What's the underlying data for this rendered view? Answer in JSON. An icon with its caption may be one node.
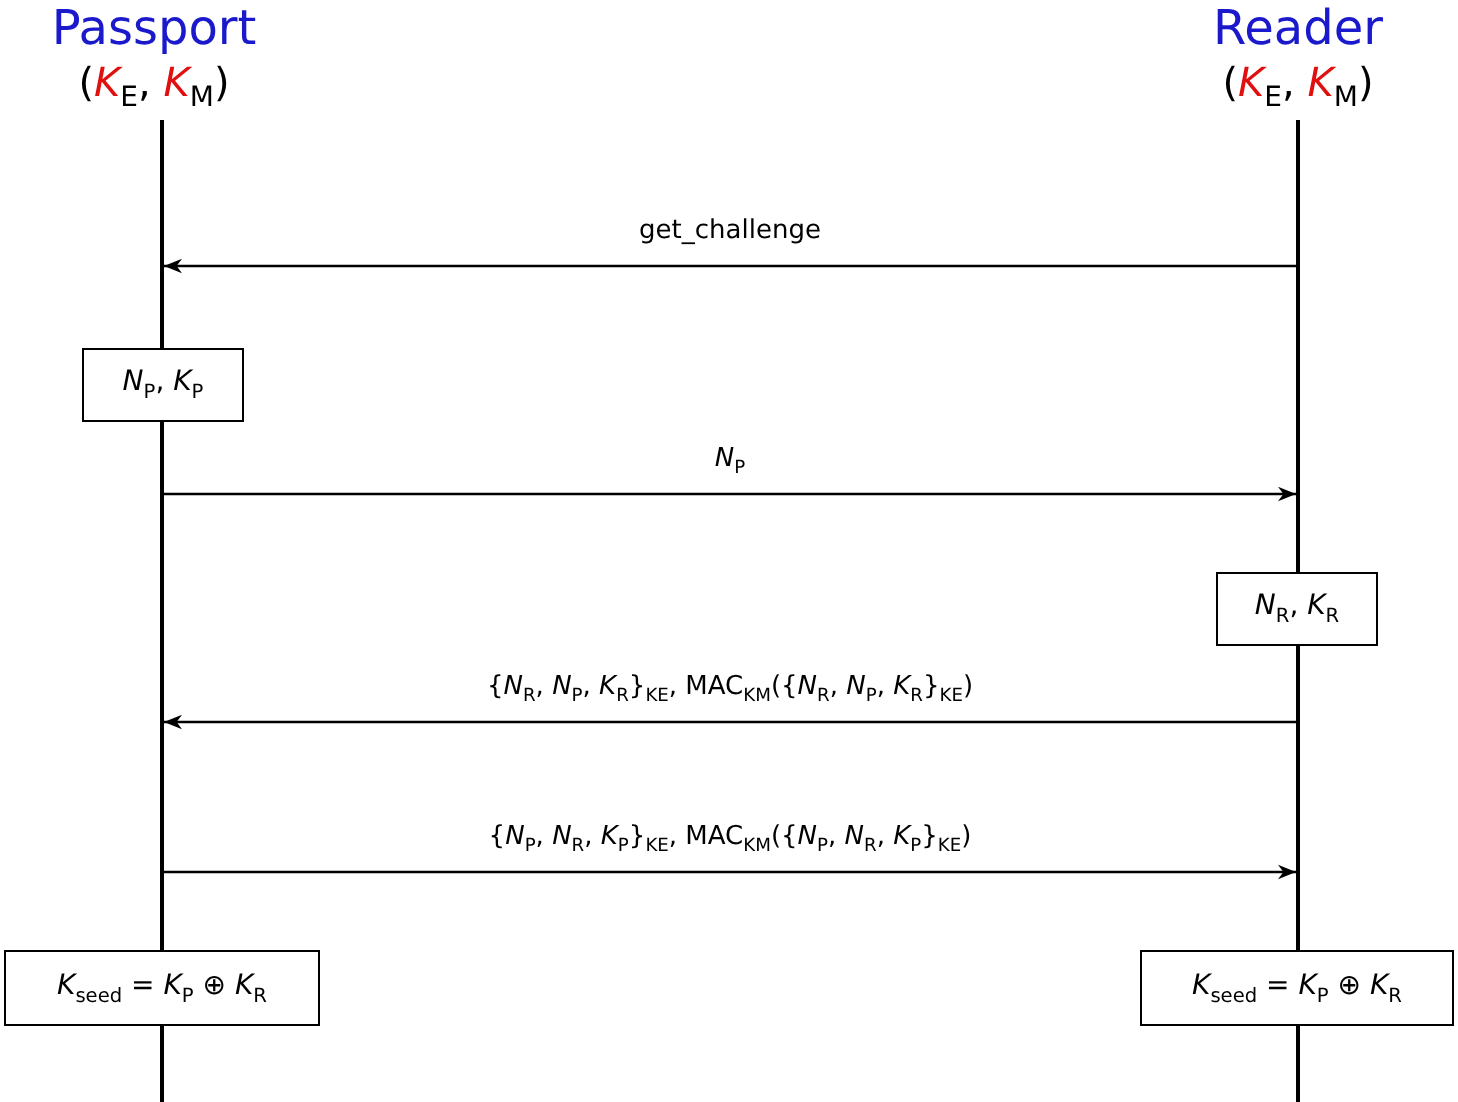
{
  "diagram": {
    "nodes": [
      {
        "text": [
          "Passport",
          "(*K*$_{E}$, *K*$_{M}$)"
        ]
      },
      {
        "text": [
          "Reader",
          "(*K*$_{E}$, *K*$_{M}$)"
        ]
      },
      {
        "text": [],
        "shape": "bar"
      },
      {
        "text": [],
        "shape": "bar"
      },
      {
        "text": [
          "*N*$_{P}$, *K*$_{P}$"
        ]
      },
      {
        "text": [],
        "shape": "bar"
      },
      {
        "text": [
          "*N*$_{R}$, *K*$_{R}$"
        ]
      },
      {
        "text": [],
        "shape": "bar"
      },
      {
        "text": [
          "*K*$_{seed}$ = *K*$_{P}$ ⊕ *K*$_{R}$"
        ]
      },
      {
        "text": [
          "*K*$_{seed}$ = *K*$_{P}$ ⊕ *K*$_{R}$"
        ]
      },
      {
        "text": [],
        "shape": "bar"
      },
      {
        "text": [],
        "shape": "bar"
      }
    ],
    "edges": [
      {
        "from": 3,
        "to": 2,
        "arrow": "to",
        "label": "get_challenge"
      },
      {
        "from": 5,
        "to": 3,
        "arrow": "to",
        "label": "*N*$_{P}$"
      },
      {
        "from": 7,
        "to": 5,
        "arrow": "to",
        "label": "{*N*$_{R}$, *N*$_{P}$, *K*$_{R}$}$_{KE}$,   MAC$_{KM}$({*N*$_{R}$, *N*$_{P}$, *K*$_{R}$}$_{KE}$)"
      },
      {
        "from": 5,
        "to": 7,
        "arrow": "to",
        "label": "{*N*$_{P}$, *N*$_{R}$, *K*$_{P}$}$_{KE}$,   MAC$_{KM}$({*N*$_{P}$, *N*$_{R}$, *K*$_{P}$}$_{KE}$)"
      }
    ]
  }
}
